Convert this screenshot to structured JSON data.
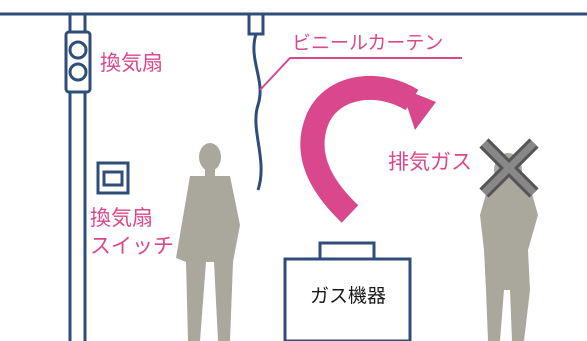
{
  "labels": {
    "fan": "換気扇",
    "curtain": "ビニールカーテン",
    "exhaust": "排気ガス",
    "switch_line1": "換気扇",
    "switch_line2": "スイッチ",
    "appliance": "ガス機器"
  },
  "colors": {
    "structure": "#2e4d7a",
    "accent": "#d9488c",
    "silhouette": "#aaa89c",
    "cross": "#666666"
  }
}
